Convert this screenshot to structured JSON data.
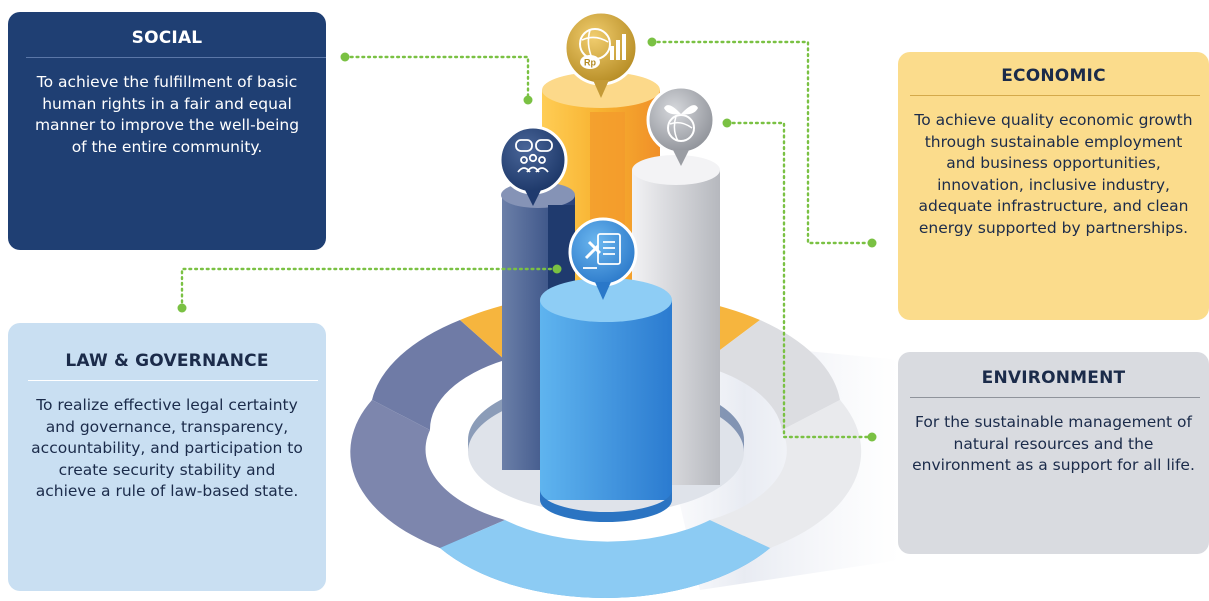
{
  "social": {
    "title": "SOCIAL",
    "body": "To achieve the fulfillment of basic human rights in a fair and equal manner to improve the well-being of the entire community.",
    "color": "#1f3f73"
  },
  "law": {
    "title": "LAW & GOVERNANCE",
    "body": "To realize effective legal certainty and governance, transparency, accountability, and participation to create security stability and achieve a rule of law-based state.",
    "color": "#c9dff2"
  },
  "economic": {
    "title": "ECONOMIC",
    "body": "To achieve quality economic growth through sustainable employment and business opportunities, innovation, inclusive industry, adequate infrastructure, and clean energy supported by partnerships.",
    "color": "#fbdc8c"
  },
  "environment": {
    "title": "ENVIRONMENT",
    "body": "For the sustainable management of natural resources and the environment as a support for all life.",
    "color": "#d9dbe0"
  },
  "icons": {
    "economic": {
      "name": "globe-growth-chart-icon",
      "glyph": "Rp"
    },
    "environment": "globe-leaf-icon",
    "social": "chat-people-icon",
    "law": "gavel-document-icon"
  },
  "connector_color": "#7ac143"
}
